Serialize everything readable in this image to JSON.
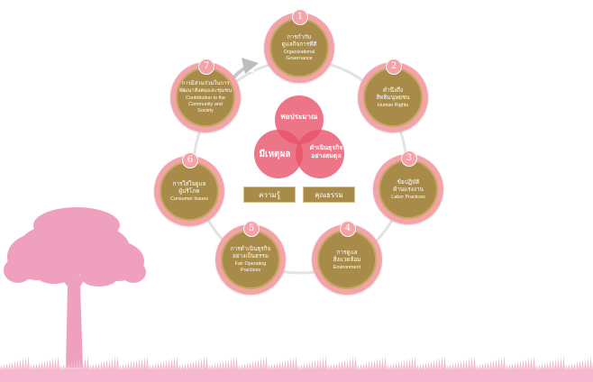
{
  "colors": {
    "pink": "#f4a3a8",
    "gold": "#a88a49",
    "venn": "#e9536a",
    "tree": "#f0a0bf",
    "ring": "#e0e0e0"
  },
  "venn": {
    "top": "พอประมาณ",
    "left": "มีเหตุผล",
    "right": "ดำเนินธุรกิจ\nอย่างสมดุล"
  },
  "tags": {
    "knowledge": "ความรู้",
    "morality": "คุณธรรม"
  },
  "nodes": [
    {
      "number": "1",
      "th": "การกำกับ\nดูแลกิจการที่ดี",
      "en": "Organizational\nGovernance"
    },
    {
      "number": "2",
      "th": "คำนึงถึง\nสิทธิมนุษยชน",
      "en": "Human Rights"
    },
    {
      "number": "3",
      "th": "ข้อปฏิบัติ\nด้านแรงงาน",
      "en": "Labor Practices"
    },
    {
      "number": "4",
      "th": "การดูแล\nสิ่งแวดล้อม",
      "en": "Environment"
    },
    {
      "number": "5",
      "th": "การดำเนินธุรกิจ\nอย่างเป็นธรรม",
      "en": "Fair Operating\nPractices"
    },
    {
      "number": "6",
      "th": "การใส่ใจดูแล\nผู้บริโภค",
      "en": "Consumer Issues"
    },
    {
      "number": "7",
      "th": "การมีส่วนร่วมในการ\nพัฒนาสังคมและชุมชน",
      "en": "Contribution to the\nCommunity and\nSociety"
    }
  ]
}
